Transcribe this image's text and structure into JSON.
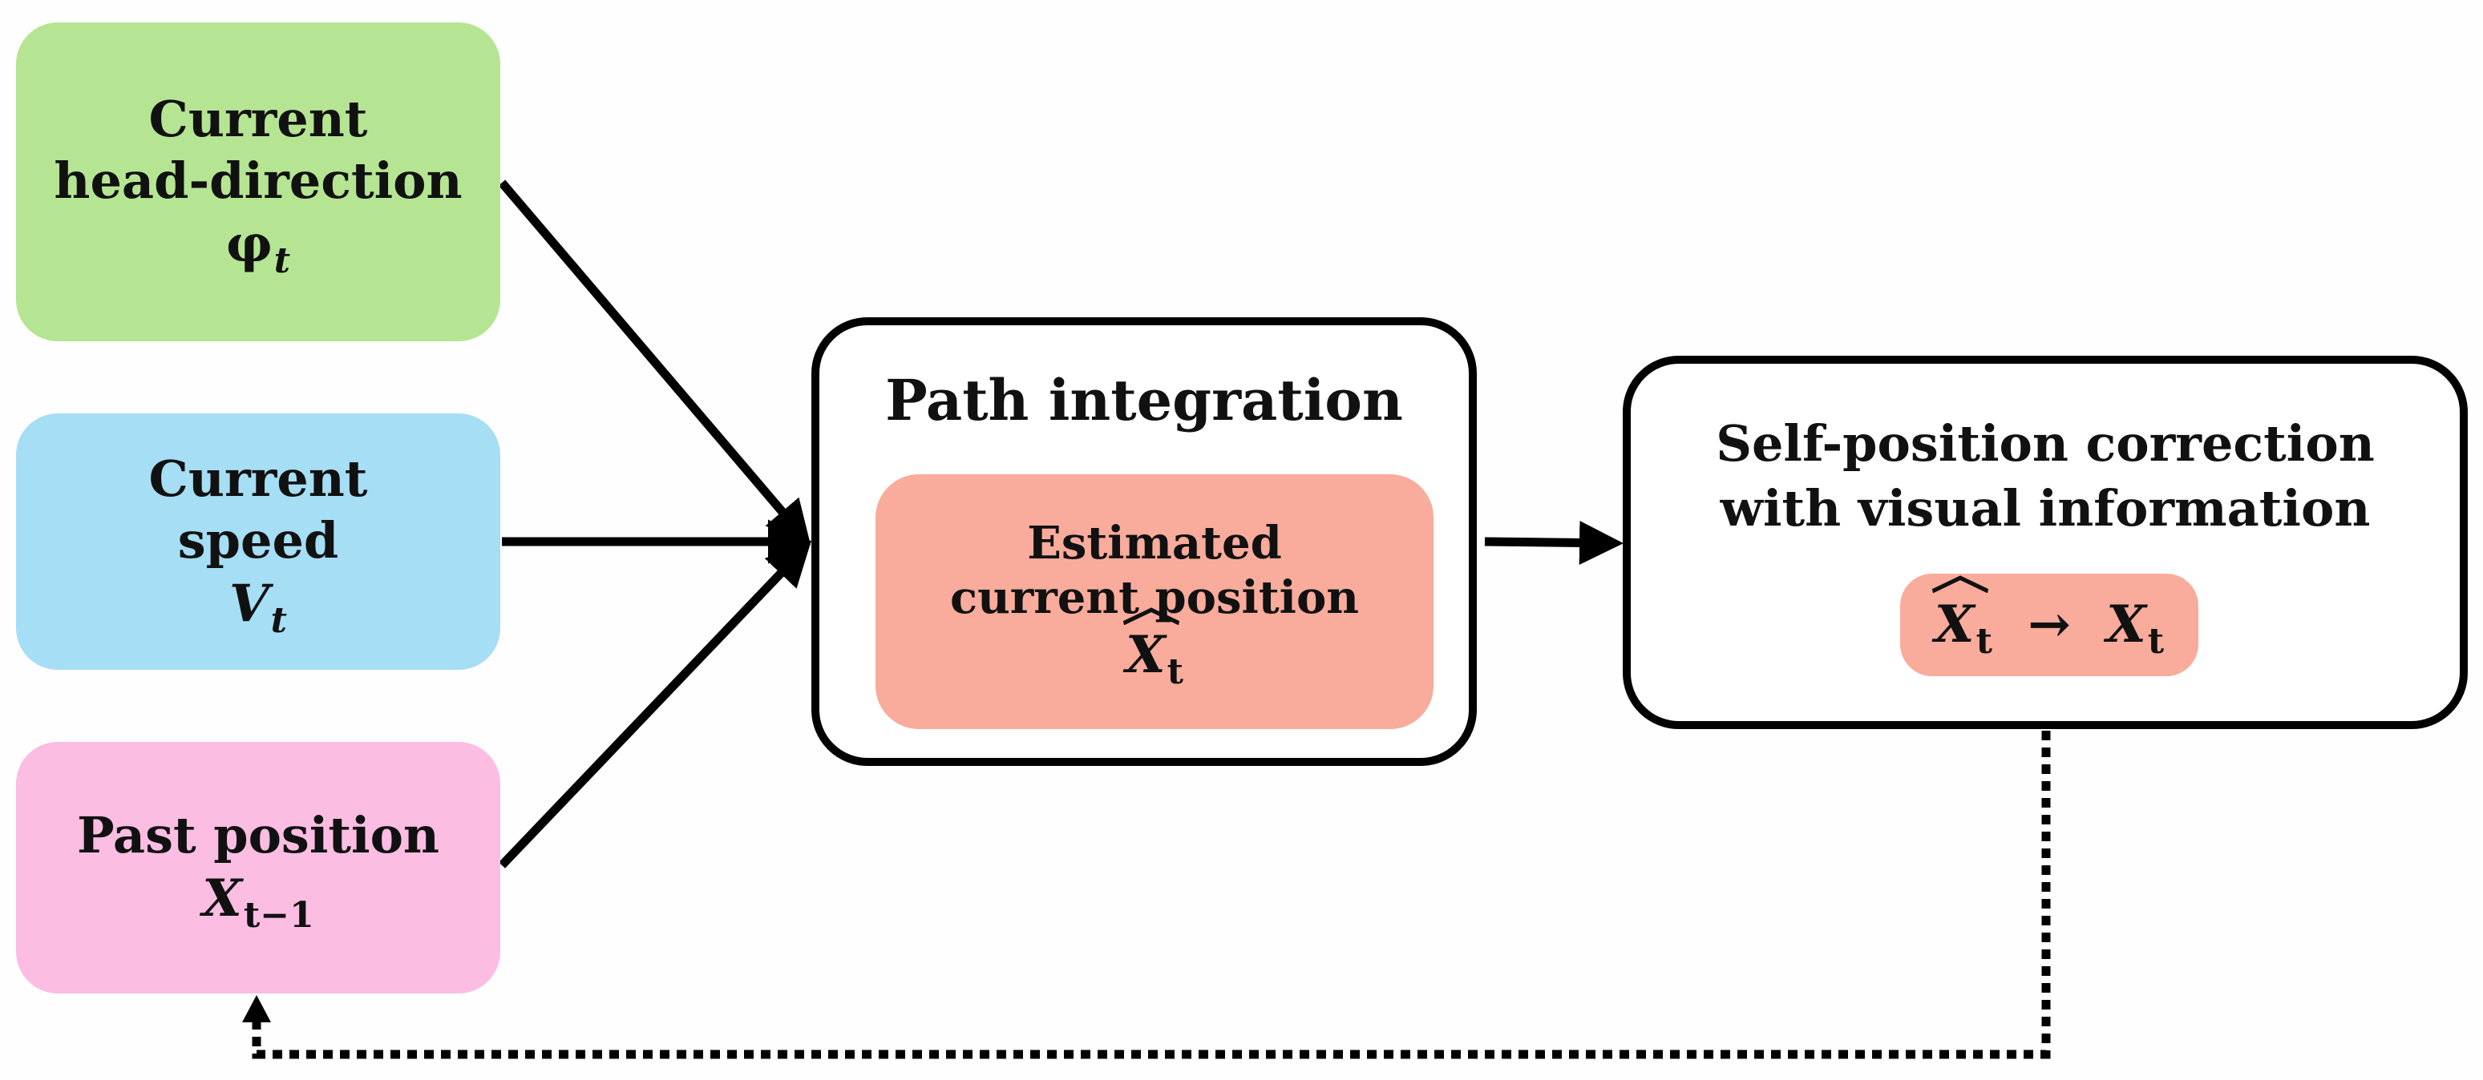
{
  "inputs": {
    "heading": {
      "line1": "Current",
      "line2": "head-direction",
      "symbol": "φ",
      "subscript": "t"
    },
    "speed": {
      "line1": "Current",
      "line2": "speed",
      "symbol": "V",
      "subscript": "t"
    },
    "past": {
      "line1": "Past position",
      "symbol": "X",
      "subscript": "t−1"
    }
  },
  "path_integration": {
    "title": "Path integration",
    "estimated": {
      "line1": "Estimated",
      "line2": "current position",
      "symbol": "X",
      "subscript": "t"
    }
  },
  "correction": {
    "line1": "Self-position correction",
    "line2": "with visual information",
    "formula": {
      "from_symbol": "X",
      "from_subscript": "t",
      "arrow": "→",
      "to_symbol": "X",
      "to_subscript": "t"
    }
  },
  "colors": {
    "heading_fill": "#b5e592",
    "speed_fill": "#a5def5",
    "past_fill": "#fcbde3",
    "estimate_fill": "#f9ab9c",
    "stroke": "#000000"
  }
}
